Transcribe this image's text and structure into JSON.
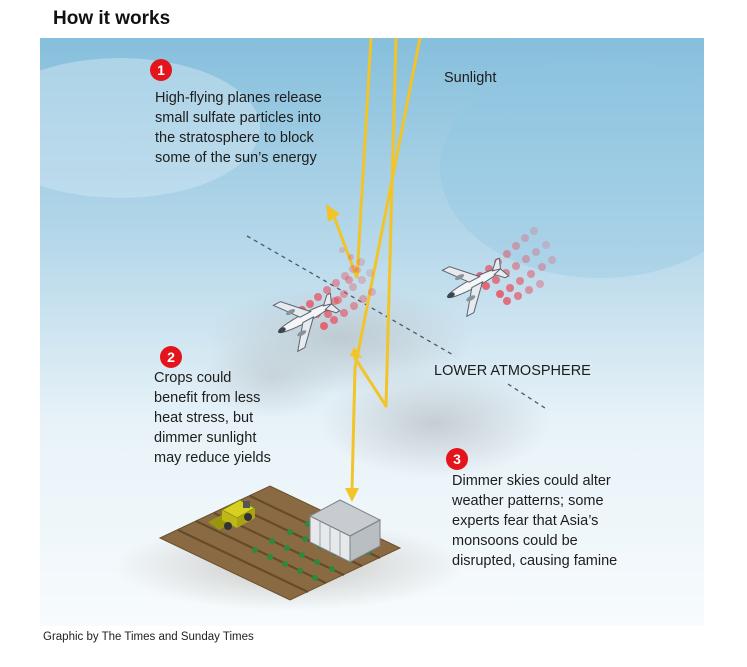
{
  "title": "How it works",
  "sunlight_label": "Sunlight",
  "atmosphere_label": "LOWER ATMOSPHERE",
  "steps": [
    {
      "number": "1",
      "lines": [
        "High-flying planes release",
        "small sulfate particles into",
        "the stratosphere to block",
        "some of the sun’s energy"
      ]
    },
    {
      "number": "2",
      "lines": [
        "Crops could",
        "benefit from less",
        "heat stress, but",
        "dimmer sunlight",
        "may reduce yields"
      ]
    },
    {
      "number": "3",
      "lines": [
        "Dimmer skies could alter",
        "weather patterns; some",
        "experts fear that Asia’s",
        "monsoons could be",
        "disrupted, causing famine"
      ]
    }
  ],
  "credit": "Graphic by The Times and Sunday Times",
  "colors": {
    "sky_top": "#86bfdc",
    "sky_bottom": "#f7fbfd",
    "sun_ray": "#f2c428",
    "badge": "#e3141b",
    "particles": "#e84a5a",
    "field": "#7a5a34",
    "crop": "#2c8a3e",
    "harvester": "#c9c51a"
  }
}
